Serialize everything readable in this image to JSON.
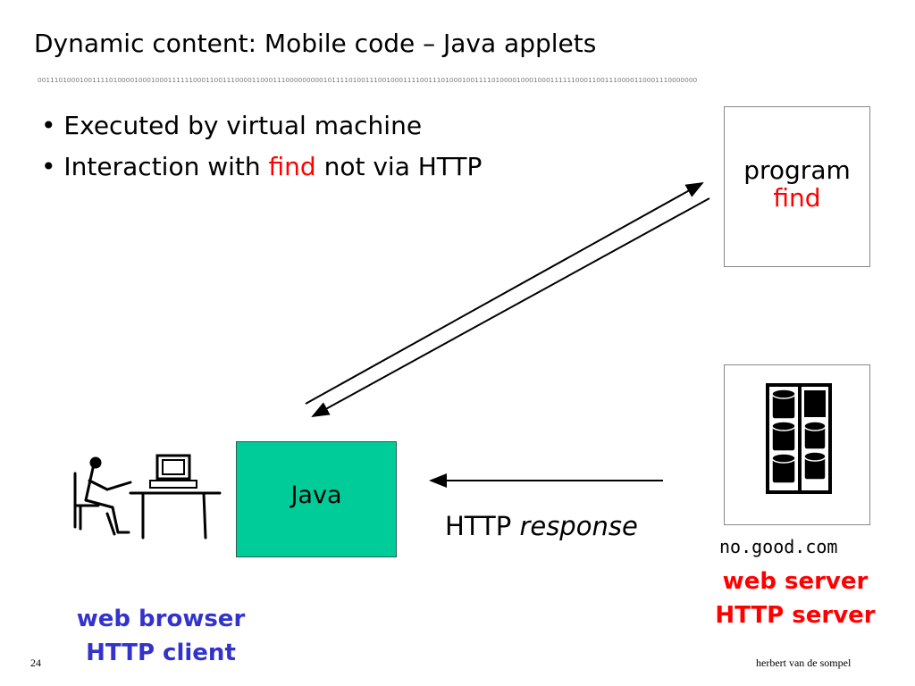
{
  "slide": {
    "title": "Dynamic content: Mobile code – Java applets",
    "binary_strip": "0011101000100111101000010001000111111000110011100001100011100000000010111101001110010001111001110100010011110100001000100011111100011001110000110001110000000",
    "bullets": [
      {
        "prefix": "• Executed by virtual machine",
        "highlight": "",
        "suffix": ""
      },
      {
        "prefix": "• Interaction with ",
        "highlight": "find",
        "suffix": " not via HTTP"
      }
    ],
    "page_number": "24",
    "footer": "herbert van de sompel"
  },
  "diagram": {
    "program_box": {
      "line1": "program",
      "line2": "find"
    },
    "java_box": {
      "label": "Java"
    },
    "http_response": {
      "plain": "HTTP ",
      "italic": "response"
    },
    "server": {
      "domain": "no.good.com",
      "label1": "web server",
      "label2": "HTTP server"
    },
    "client": {
      "label1": "web browser",
      "label2": "HTTP client"
    }
  },
  "colors": {
    "highlight": "#ff0000",
    "java_box": "#00cc99",
    "client_label": "#3333cc",
    "server_label": "#ff0000"
  },
  "icons": [
    "person-at-computer-icon",
    "server-rack-icon"
  ]
}
